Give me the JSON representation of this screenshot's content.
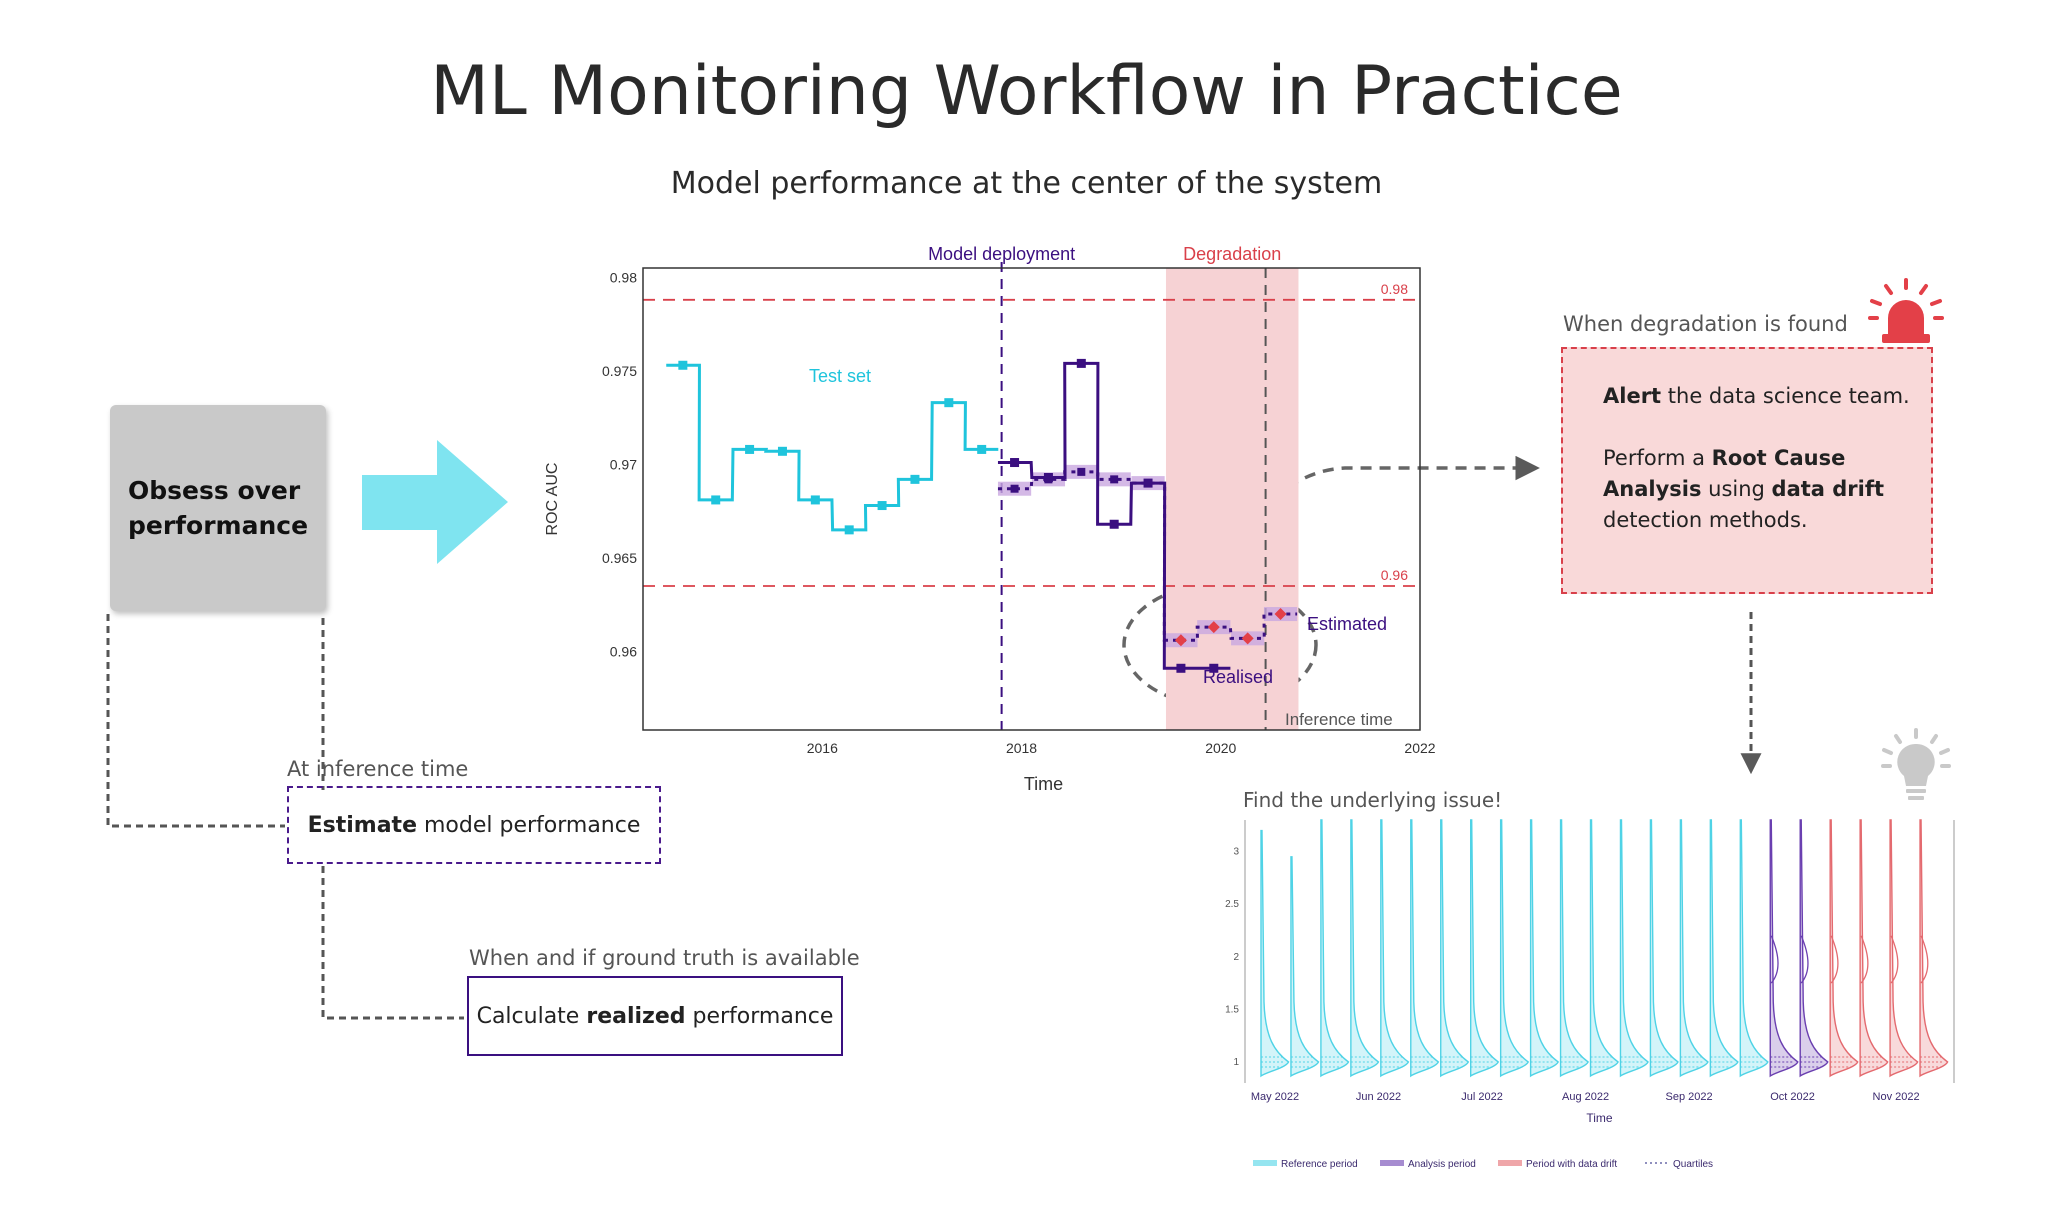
{
  "header": {
    "title": "ML Monitoring Workflow in Practice",
    "subtitle": "Model performance at the center of the system"
  },
  "workflow": {
    "obsess_label": "Obsess over performance",
    "inference_caption": "At inference time",
    "estimate_bold": "Estimate",
    "estimate_rest": " model performance",
    "ground_truth_caption": "When and if ground truth is available",
    "calculate_pre": "Calculate ",
    "calculate_bold": "realized",
    "calculate_post": " performance"
  },
  "alert": {
    "caption": "When degradation is found",
    "p1_bold": "Alert",
    "p1_rest": " the data science team.",
    "p2_pre": "Perform a ",
    "p2_bold1": "Root Cause Analysis",
    "p2_mid": " using ",
    "p2_bold2": "data drift",
    "p2_post": " detection methods."
  },
  "issue": {
    "caption": "Find the underlying issue!"
  },
  "icons": {
    "siren": "siren-icon",
    "lightbulb": "lightbulb-icon",
    "arrow": "right-arrow-icon"
  },
  "colors": {
    "test": "#1fc4dc",
    "analysis": "#3b0f80",
    "estimate_band": "#c9a8e0",
    "threshold": "#d9404a",
    "degradation_band": "#f6d2d4",
    "big_arrow": "#7fe4f0"
  },
  "chart_data": [
    {
      "type": "line",
      "title": "",
      "xlabel": "Time",
      "ylabel": "ROC AUC",
      "xlim": [
        2014.2,
        2022
      ],
      "ylim": [
        0.9558,
        0.9805
      ],
      "x_ticks": [
        "2016",
        "2018",
        "2020",
        "2022"
      ],
      "y_ticks": [
        "0.96",
        "0.965",
        "0.97",
        "0.975",
        "0.98"
      ],
      "grid": false,
      "annotations": {
        "deployment": "Model deployment",
        "degradation": "Degradation",
        "test_set": "Test set",
        "estimated": "Estimated",
        "realised": "Realised",
        "inference_time": "Inference time",
        "upper_threshold": "0.98",
        "lower_threshold": "0.96"
      },
      "thresholds": [
        0.9788,
        0.9635
      ],
      "deployment_x": 2017.8,
      "degradation_x": [
        2019.45,
        2020.78
      ],
      "inference_x": 2020.45,
      "series": [
        {
          "name": "Test set",
          "x": [
            2014.6,
            2014.93,
            2015.27,
            2015.6,
            2015.93,
            2016.27,
            2016.6,
            2016.93,
            2017.27,
            2017.6
          ],
          "values": [
            0.9753,
            0.9681,
            0.9708,
            0.9707,
            0.9681,
            0.9665,
            0.9678,
            0.9692,
            0.9733,
            0.9708
          ]
        },
        {
          "name": "Realised",
          "x": [
            2017.93,
            2018.27,
            2018.6,
            2018.93,
            2019.27,
            2019.6,
            2019.93
          ],
          "values": [
            0.9701,
            0.9693,
            0.9754,
            0.9668,
            0.969,
            0.9591,
            0.9591
          ]
        },
        {
          "name": "Estimated",
          "x": [
            2017.93,
            2018.27,
            2018.6,
            2018.93,
            2019.27,
            2019.6,
            2019.93,
            2020.27,
            2020.6
          ],
          "values": [
            0.9687,
            0.9692,
            0.9696,
            0.9692,
            0.969,
            0.9606,
            0.9613,
            0.9607,
            0.962
          ]
        }
      ]
    },
    {
      "type": "area",
      "xlabel": "Time",
      "ylabel": "",
      "ylim": [
        0.8,
        3.3
      ],
      "y_ticks": [
        "1",
        "1.5",
        "2",
        "2.5",
        "3"
      ],
      "x_ticks": [
        "May 2022",
        "Jun 2022",
        "Jul 2022",
        "Aug 2022",
        "Sep 2022",
        "Oct 2022",
        "Nov 2022"
      ],
      "legend": [
        "Reference period",
        "Analysis period",
        "Period with data drift",
        "Quartiles"
      ],
      "legend_position": "bottom",
      "periods": [
        "ref",
        "ref",
        "ref",
        "ref",
        "ref",
        "ref",
        "ref",
        "ref",
        "ref",
        "ref",
        "ref",
        "ref",
        "ref",
        "ref",
        "ref",
        "ref",
        "ref",
        "analysis",
        "analysis",
        "drift",
        "drift",
        "drift",
        "drift"
      ],
      "peaks": [
        3.2,
        2.95,
        3.3,
        3.3,
        3.3,
        3.3,
        3.3,
        3.3,
        3.3,
        3.3,
        3.3,
        3.3,
        3.3,
        3.3,
        3.3,
        3.3,
        3.3,
        3.3,
        3.3,
        3.3,
        3.3,
        3.3,
        3.3
      ]
    }
  ]
}
